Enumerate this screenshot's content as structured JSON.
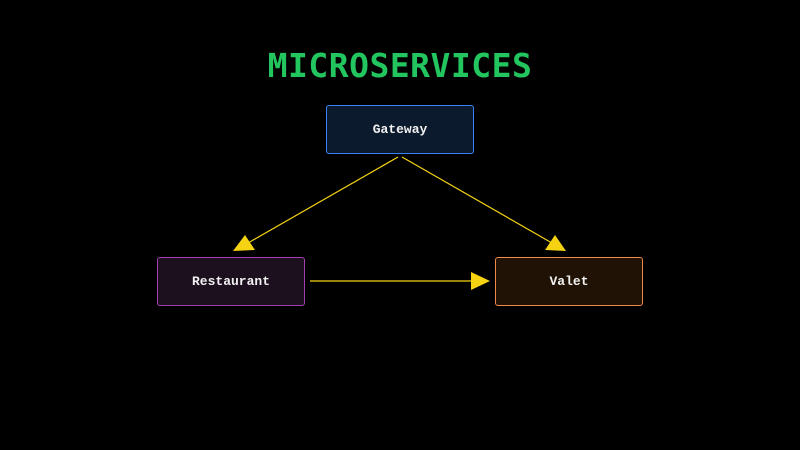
{
  "title": "MICROSERVICES",
  "nodes": {
    "gateway": {
      "label": "Gateway"
    },
    "restaurant": {
      "label": "Restaurant"
    },
    "valet": {
      "label": "Valet"
    }
  },
  "edges": [
    {
      "from": "Gateway",
      "to": "Restaurant"
    },
    {
      "from": "Gateway",
      "to": "Valet"
    },
    {
      "from": "Restaurant",
      "to": "Valet"
    }
  ],
  "colors": {
    "title": "#22c55e",
    "edge": "#f5d312",
    "gateway_border": "#3b82f6",
    "restaurant_border": "#a23fb0",
    "valet_border": "#f0894a"
  }
}
